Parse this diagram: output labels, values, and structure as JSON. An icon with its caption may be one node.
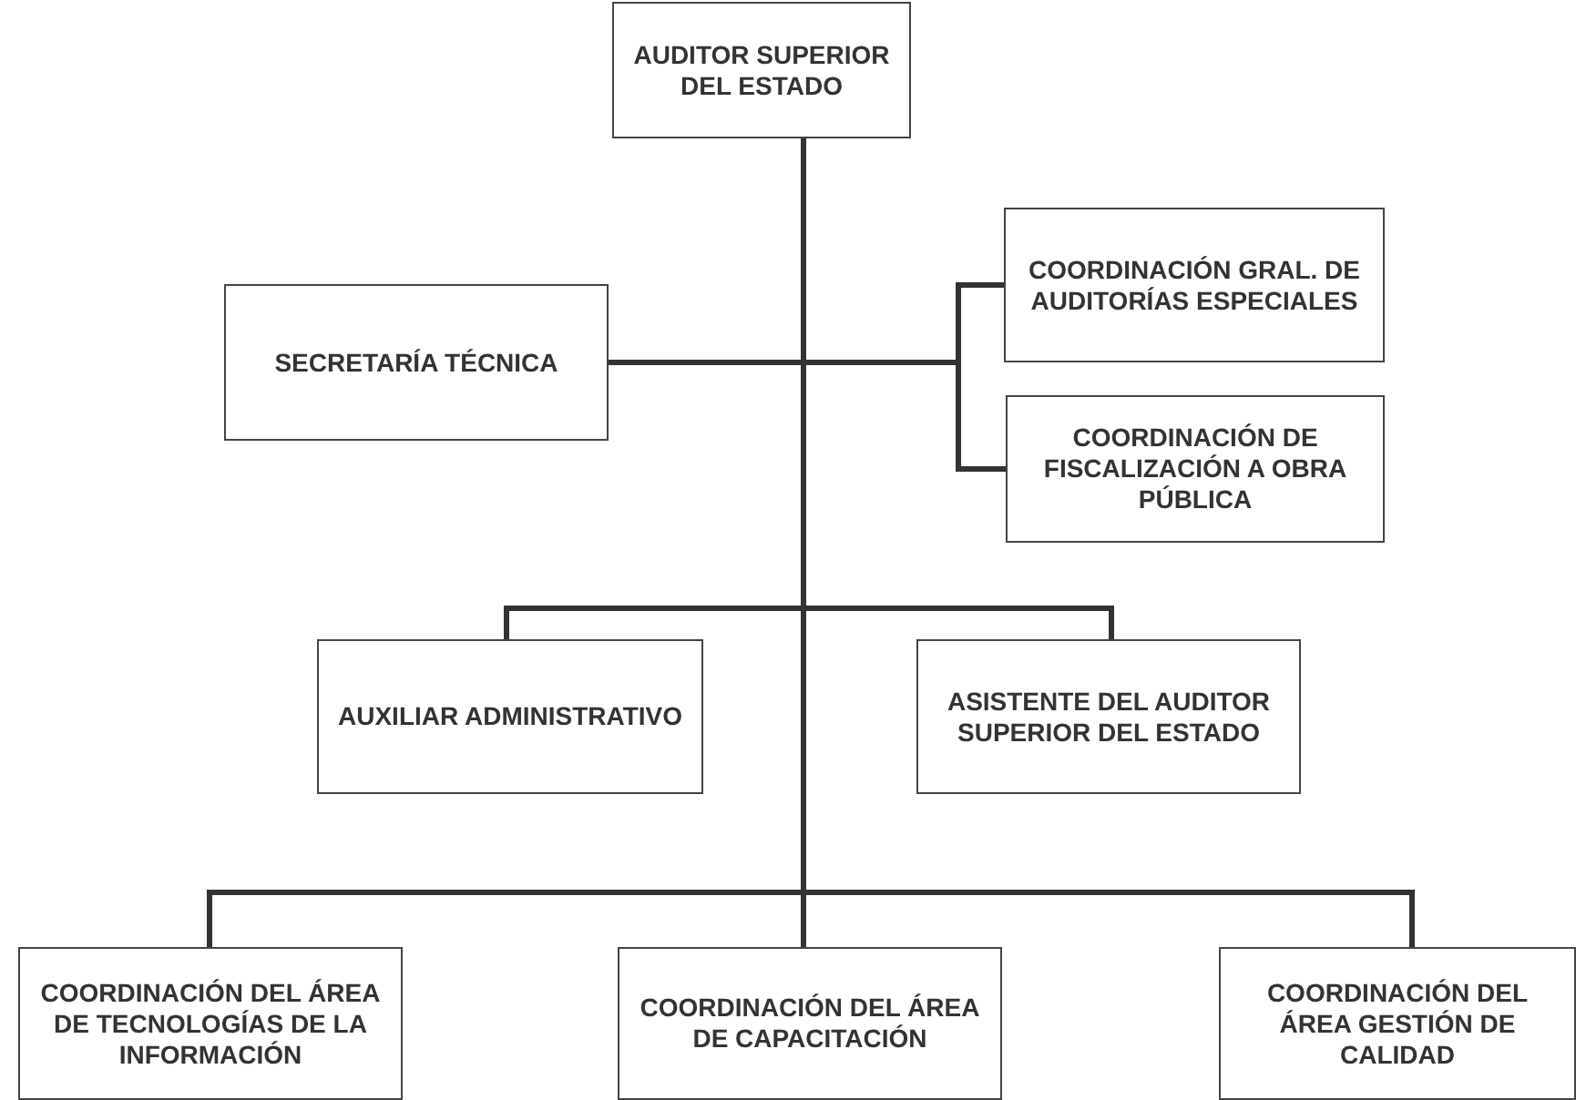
{
  "diagram": {
    "nodes": [
      {
        "text": [
          "AUDITOR SUPERIOR DEL ESTADO"
        ]
      },
      {
        "text": [
          "SECRETARÍA TÉCNICA"
        ]
      },
      {
        "text": [
          "COORDINACIÓN GRAL. DE AUDITORÍAS ESPECIALES"
        ]
      },
      {
        "text": [
          "COORDINACIÓN DE FISCALIZACIÓN A OBRA PÚBLICA"
        ]
      },
      {
        "text": [
          "AUXILIAR ADMINISTRATIVO"
        ]
      },
      {
        "text": [
          "ASISTENTE DEL AUDITOR SUPERIOR DEL ESTADO"
        ]
      },
      {
        "text": [
          "COORDINACIÓN DEL ÁREA DE TECNOLOGÍAS DE LA INFORMACIÓN"
        ]
      },
      {
        "text": [
          "COORDINACIÓN DEL ÁREA DE CAPACITACIÓN"
        ]
      },
      {
        "text": [
          "COORDINACIÓN DEL ÁREA GESTIÓN DE CALIDAD"
        ]
      }
    ],
    "edges": [
      {
        "from": 0,
        "to": 1,
        "arrow": "none"
      },
      {
        "from": 0,
        "to": 2,
        "arrow": "none"
      },
      {
        "from": 0,
        "to": 3,
        "arrow": "none"
      },
      {
        "from": 0,
        "to": 4,
        "arrow": "none"
      },
      {
        "from": 0,
        "to": 5,
        "arrow": "none"
      },
      {
        "from": 0,
        "to": 6,
        "arrow": "none"
      },
      {
        "from": 0,
        "to": 7,
        "arrow": "none"
      },
      {
        "from": 0,
        "to": 8,
        "arrow": "none"
      }
    ]
  }
}
